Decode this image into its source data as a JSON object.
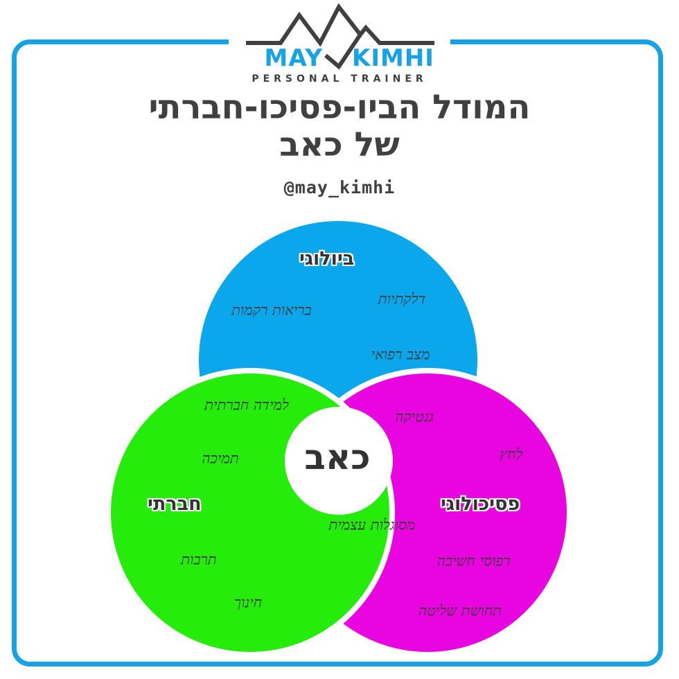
{
  "logo": {
    "word_left": "MAY",
    "word_right": "KIMHI",
    "tagline": "PERSONAL TRAINER",
    "accent_color": "#16a3e5",
    "mountain_icon": "mountain-peaks-icon"
  },
  "title": {
    "line1": "המודל הביו-פסיכו-חברתי",
    "line2": "של כאב"
  },
  "handle": "@may_kimhi",
  "diagram": {
    "center_label": "כאב",
    "circles": {
      "biological": {
        "heading": "ביולוגי",
        "color": "#0aa7ec",
        "items": [
          "דלקתיות",
          "בריאות רקמות",
          "מצב רפואי",
          "גנטיקה"
        ]
      },
      "psychological": {
        "heading": "פסיכולוגי",
        "color": "#e805e0",
        "items": [
          "לחץ",
          "מסוגלות עצמית",
          "דפוסי חשיבה",
          "תחושת שליטה"
        ]
      },
      "social": {
        "heading": "חברתי",
        "color": "#25ec0b",
        "items": [
          "למידה חברתית",
          "תמיכה",
          "תרבות",
          "חינוך"
        ]
      }
    }
  }
}
